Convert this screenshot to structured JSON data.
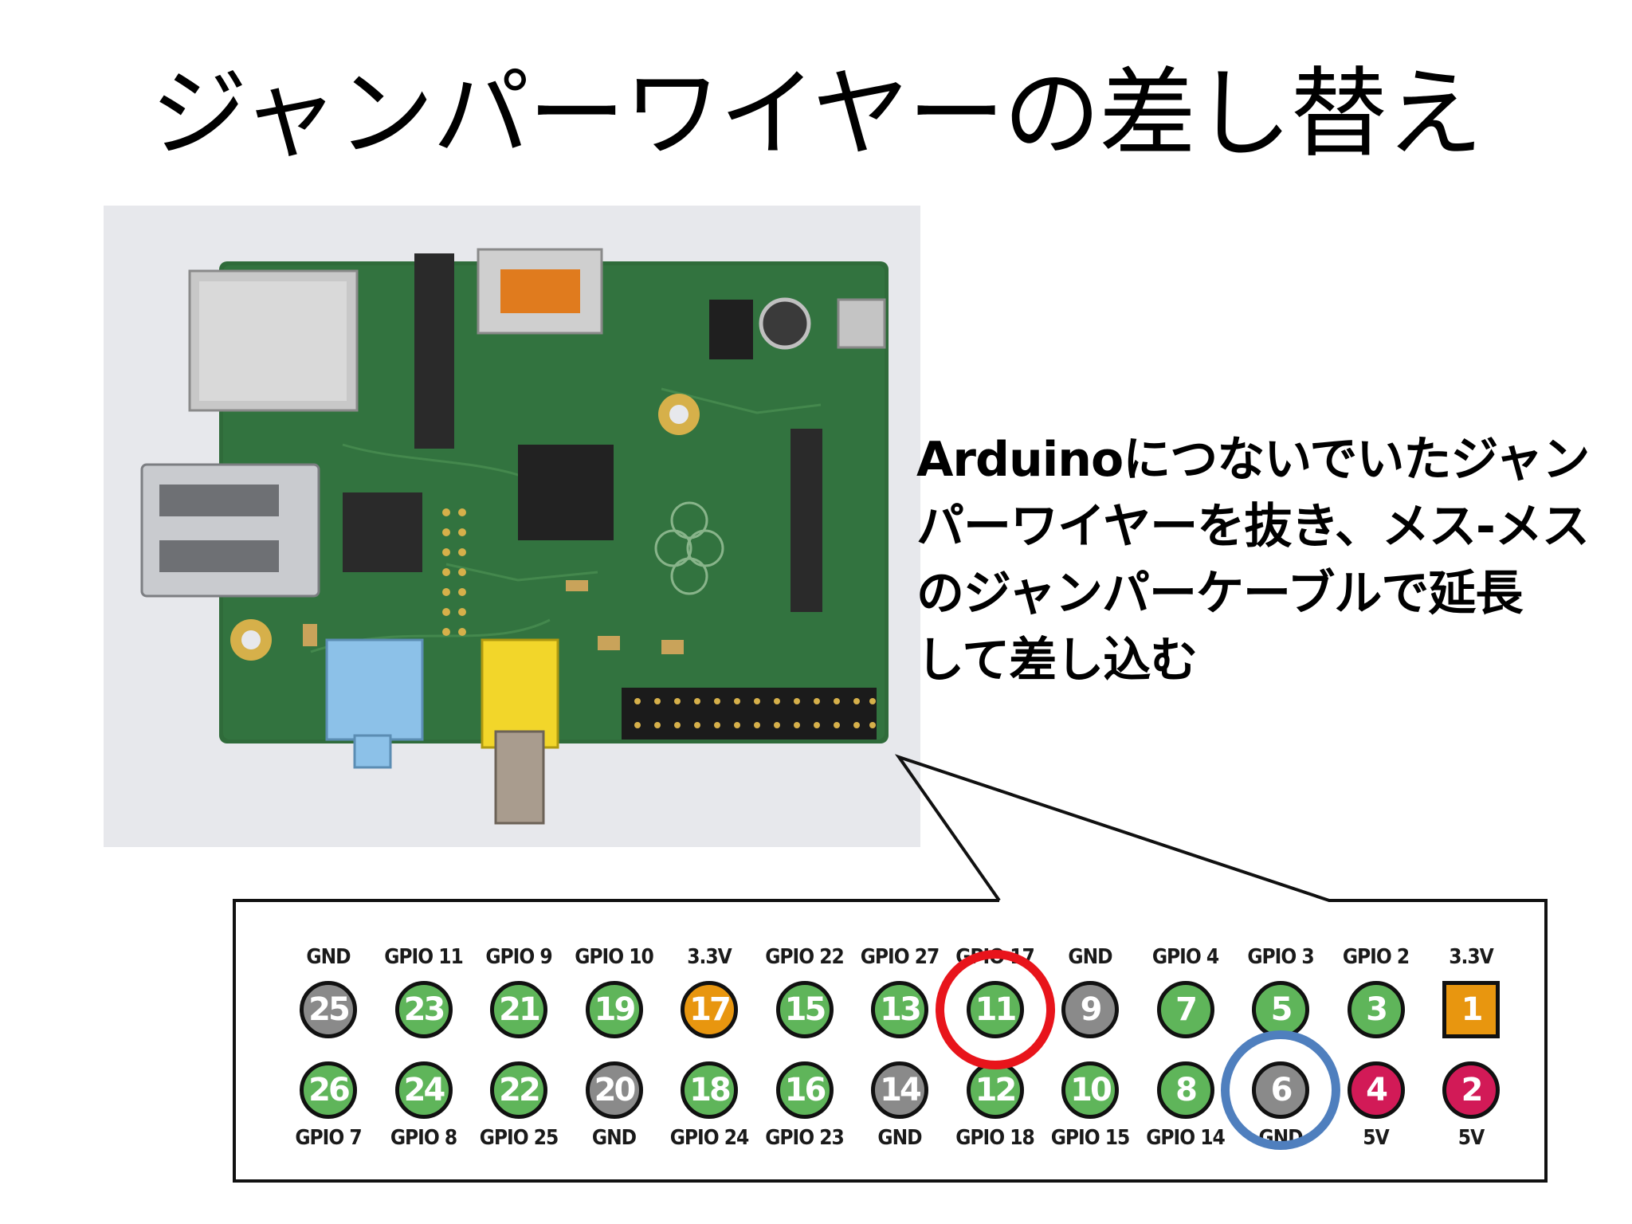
{
  "title": "ジャンパーワイヤーの差し替え",
  "caption_lines": [
    "Arduinoにつないでいたジャン",
    "パーワイヤーを抜き、メス-メス",
    "のジャンパーケーブルで延長",
    "して差し込む"
  ],
  "colors": {
    "gpio": "#5fb55a",
    "ground": "#8a8a8a",
    "power_3v3": "#e8960f",
    "power_5v": "#d21a57",
    "highlight_red": "#e8141b",
    "highlight_blue": "#4f7fbe",
    "pcb": "#2f6b3a"
  },
  "header": {
    "top_row": [
      {
        "pin": "25",
        "label": "GND",
        "type": "ground"
      },
      {
        "pin": "23",
        "label": "GPIO 11",
        "type": "gpio"
      },
      {
        "pin": "21",
        "label": "GPIO 9",
        "type": "gpio"
      },
      {
        "pin": "19",
        "label": "GPIO 10",
        "type": "gpio"
      },
      {
        "pin": "17",
        "label": "3.3V",
        "type": "power_3v3"
      },
      {
        "pin": "15",
        "label": "GPIO 22",
        "type": "gpio"
      },
      {
        "pin": "13",
        "label": "GPIO 27",
        "type": "gpio"
      },
      {
        "pin": "11",
        "label": "GPIO 17",
        "type": "gpio"
      },
      {
        "pin": "9",
        "label": "GND",
        "type": "ground"
      },
      {
        "pin": "7",
        "label": "GPIO 4",
        "type": "gpio"
      },
      {
        "pin": "5",
        "label": "GPIO 3",
        "type": "gpio"
      },
      {
        "pin": "3",
        "label": "GPIO 2",
        "type": "gpio"
      },
      {
        "pin": "1",
        "label": "3.3V",
        "type": "power_3v3",
        "shape": "square"
      }
    ],
    "bottom_row": [
      {
        "pin": "26",
        "label": "GPIO 7",
        "type": "gpio"
      },
      {
        "pin": "24",
        "label": "GPIO 8",
        "type": "gpio"
      },
      {
        "pin": "22",
        "label": "GPIO 25",
        "type": "gpio"
      },
      {
        "pin": "20",
        "label": "GND",
        "type": "ground"
      },
      {
        "pin": "18",
        "label": "GPIO 24",
        "type": "gpio"
      },
      {
        "pin": "16",
        "label": "GPIO 23",
        "type": "gpio"
      },
      {
        "pin": "14",
        "label": "GND",
        "type": "ground"
      },
      {
        "pin": "12",
        "label": "GPIO 18",
        "type": "gpio"
      },
      {
        "pin": "10",
        "label": "GPIO 15",
        "type": "gpio"
      },
      {
        "pin": "8",
        "label": "GPIO 14",
        "type": "gpio"
      },
      {
        "pin": "6",
        "label": "GND",
        "type": "ground"
      },
      {
        "pin": "4",
        "label": "5V",
        "type": "power_5v"
      },
      {
        "pin": "2",
        "label": "5V",
        "type": "power_5v"
      }
    ],
    "highlighted_pins": {
      "red": "11",
      "blue": "6"
    }
  }
}
